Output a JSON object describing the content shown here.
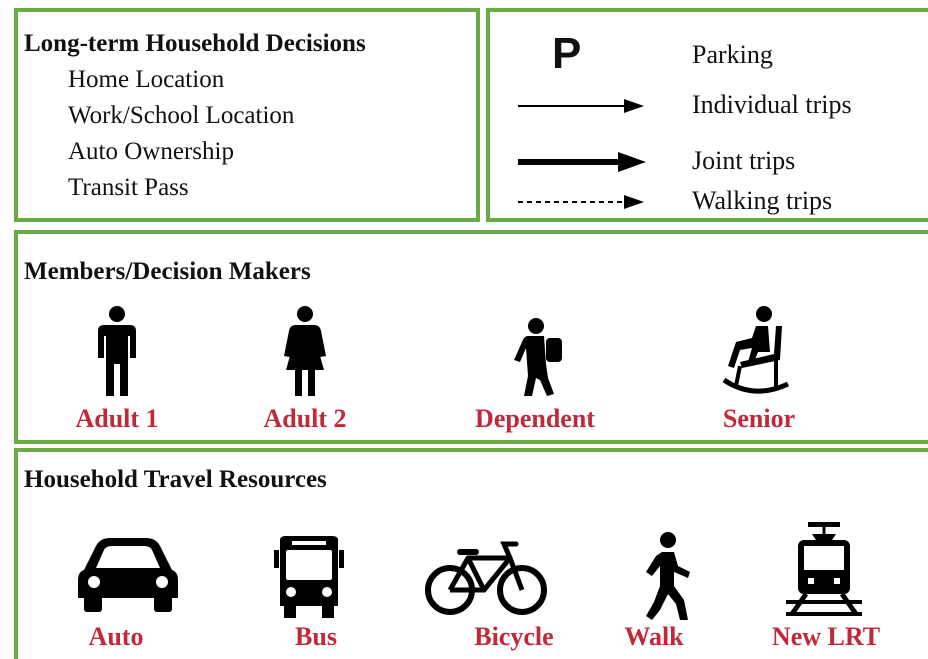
{
  "decisions": {
    "title": "Long-term Household Decisions",
    "items": [
      "Home Location",
      "Work/School Location",
      "Auto Ownership",
      "Transit Pass"
    ]
  },
  "legend": {
    "parking_symbol": "P",
    "parking": "Parking",
    "individual": "Individual trips",
    "joint": "Joint trips",
    "walking": "Walking trips"
  },
  "members": {
    "title": "Members/Decision Makers",
    "labels": [
      "Adult 1",
      "Adult 2",
      "Dependent",
      "Senior"
    ]
  },
  "resources": {
    "title": "Household Travel Resources",
    "labels": [
      "Auto",
      "Bus",
      "Bicycle",
      "Walk",
      "New LRT"
    ]
  },
  "colors": {
    "border": "#6aaa45",
    "label": "#c0293a"
  }
}
